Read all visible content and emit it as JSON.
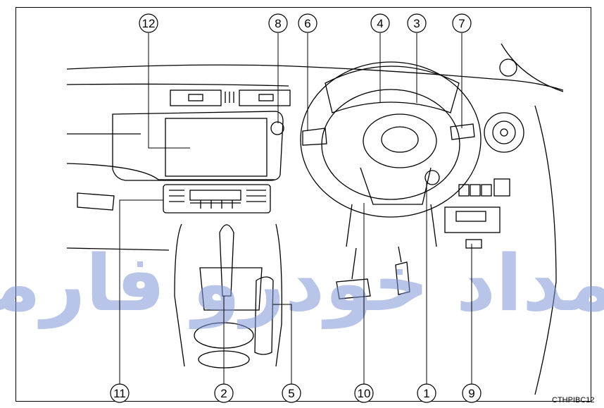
{
  "figure_code": "CTHPIBC12",
  "watermark": "امداد خودرو فارما",
  "callouts": [
    {
      "id": "c12",
      "number": "12"
    },
    {
      "id": "c8",
      "number": "8"
    },
    {
      "id": "c6",
      "number": "6"
    },
    {
      "id": "c4",
      "number": "4"
    },
    {
      "id": "c3",
      "number": "3"
    },
    {
      "id": "c7",
      "number": "7"
    },
    {
      "id": "c11",
      "number": "11"
    },
    {
      "id": "c2",
      "number": "2"
    },
    {
      "id": "c5",
      "number": "5"
    },
    {
      "id": "c10",
      "number": "10"
    },
    {
      "id": "c1",
      "number": "1"
    },
    {
      "id": "c9",
      "number": "9"
    }
  ],
  "colors": {
    "line": "#000000",
    "watermark": "#7f95d6",
    "background": "#ffffff"
  }
}
